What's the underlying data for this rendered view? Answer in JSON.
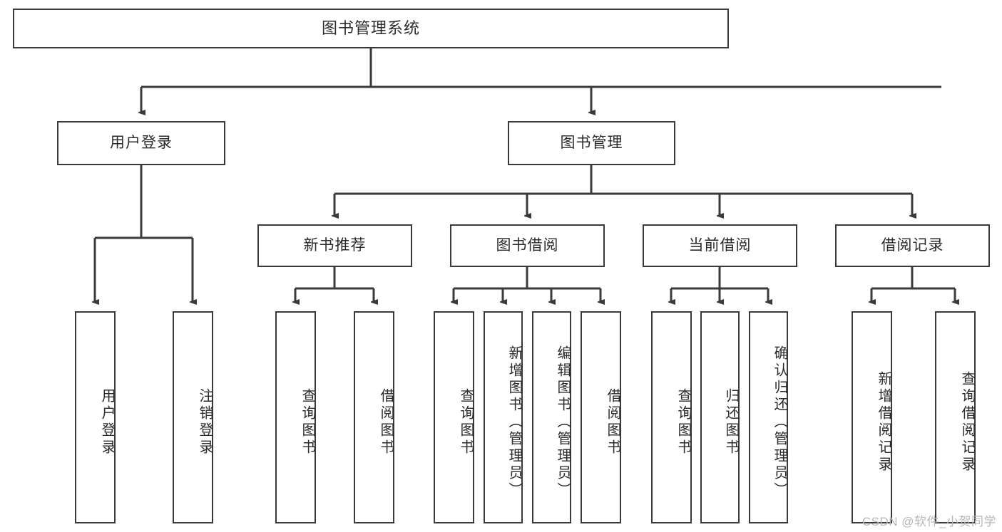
{
  "diagram": {
    "title": "图书管理系统",
    "type": "tree-hierarchy",
    "style": {
      "box_border_color": "#3a3a3a",
      "box_fill_color": "#ffffff",
      "line_color": "#3a3a3a",
      "text_color": "#2b2b2b",
      "background": "#ffffff",
      "watermark_color": "#b8b8b8"
    },
    "root": {
      "label": "图书管理系统"
    },
    "level2": [
      {
        "label": "用户登录"
      },
      {
        "label": "图书管理"
      }
    ],
    "level3": [
      {
        "label": "新书推荐"
      },
      {
        "label": "图书借阅"
      },
      {
        "label": "当前借阅"
      },
      {
        "label": "借阅记录"
      }
    ],
    "leaves": {
      "user_login": [
        {
          "label": "用户登录"
        },
        {
          "label": "注销登录"
        }
      ],
      "new_book_recommend": [
        {
          "label": "查询图书"
        },
        {
          "label": "借阅图书"
        }
      ],
      "book_borrow": [
        {
          "label": "查询图书"
        },
        {
          "label": "新增图书（管理员）"
        },
        {
          "label": "编辑图书（管理员）"
        },
        {
          "label": "借阅图书"
        }
      ],
      "current_borrow": [
        {
          "label": "查询图书"
        },
        {
          "label": "归还图书"
        },
        {
          "label": "确认归还（管理员）"
        }
      ],
      "borrow_record": [
        {
          "label": "新增借阅记录"
        },
        {
          "label": "查询借阅记录"
        }
      ]
    }
  },
  "watermark": {
    "text": "CSDN @软件_小贺同学"
  }
}
